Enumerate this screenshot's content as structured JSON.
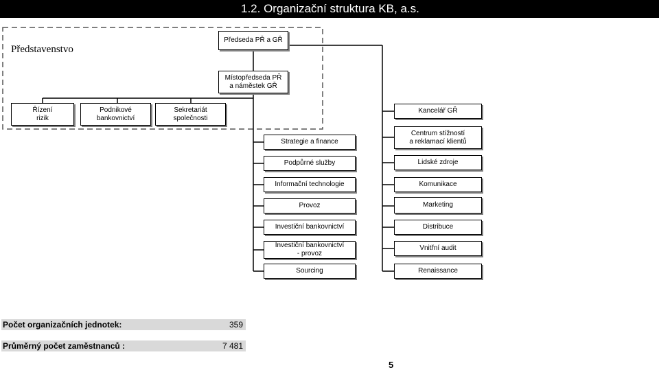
{
  "page": {
    "title": "1.2. Organizační struktura KB, a.s.",
    "page_number": "5"
  },
  "board": {
    "label": "Představenstvo"
  },
  "org": {
    "chairman": "Předseda PŘ a GŘ",
    "vice_chairman": "Místopředseda PŘ\na náměstek GŘ",
    "board_units": [
      "Řízení\nrizik",
      "Podnikové\nbankovnictví",
      "Sekretariát\nspolečnosti"
    ],
    "center_units": [
      "Strategie a finance",
      "Podpůrné služby",
      "Informační technologie",
      "Provoz",
      "Investiční bankovnictví",
      "Investiční bankovnictví\n- provoz",
      "Sourcing"
    ],
    "right_units": [
      "Kancelář GŘ",
      "Centrum stížností\na reklamací klientů",
      "Lidské zdroje",
      "Komunikace",
      "Marketing",
      "Distribuce",
      "Vnitřní audit",
      "Renaissance"
    ]
  },
  "stats": [
    {
      "label": "Počet organizačních jednotek:",
      "value": "359"
    },
    {
      "label": "Průměrný počet zaměstnanců :",
      "value": "7 481"
    }
  ]
}
